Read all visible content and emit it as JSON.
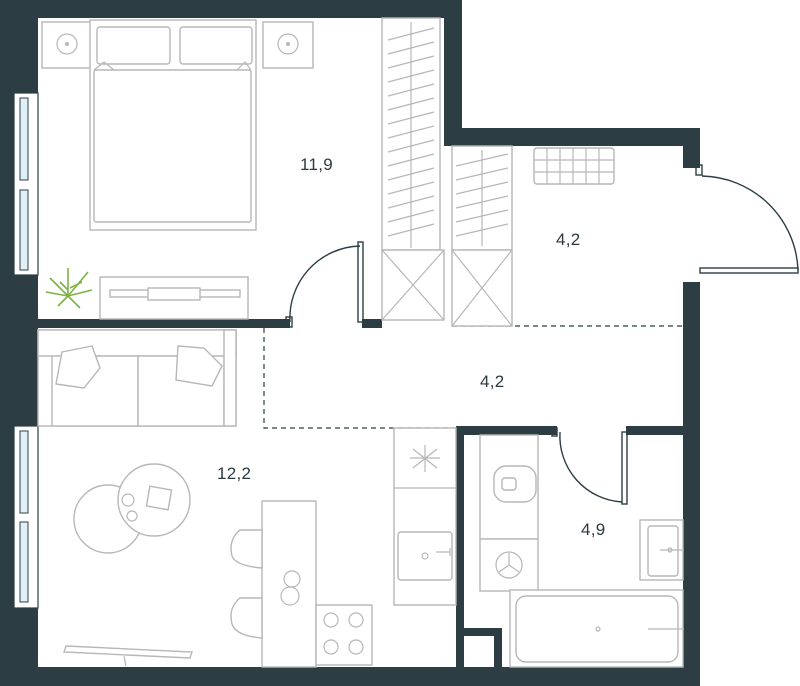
{
  "rooms": {
    "bedroom": {
      "area": "11,9"
    },
    "hall": {
      "area": "4,2"
    },
    "corridor": {
      "area": "4,2"
    },
    "living_kitchen": {
      "area": "12,2"
    },
    "bathroom": {
      "area": "4,9"
    }
  },
  "colors": {
    "walls": "#2c3e44",
    "furniture_stroke": "#b7b7b7",
    "window_glass": "#dff1f7",
    "plant": "#7cb342"
  }
}
